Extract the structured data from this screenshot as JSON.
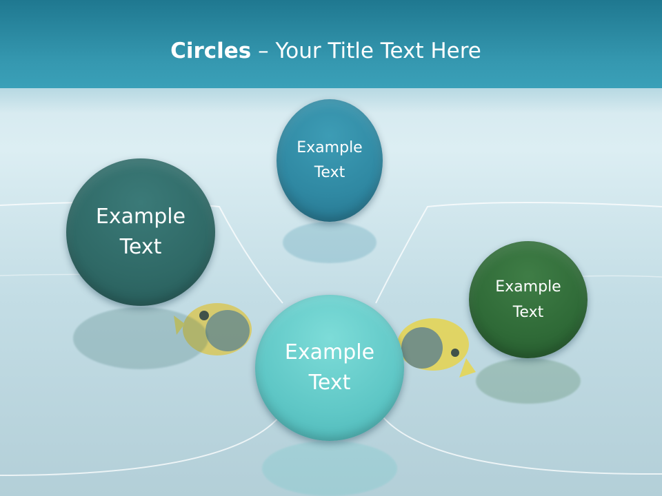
{
  "slide": {
    "title_bold": "Circles",
    "title_rest": " – Your Title Text Here"
  },
  "circles": [
    {
      "label": "Example\nText",
      "color": "#2f6966"
    },
    {
      "label": "Example\nText",
      "color": "#2f88a2"
    },
    {
      "label": "Example\nText",
      "color": "#5fc7c6"
    },
    {
      "label": "Example\nText",
      "color": "#2f6a37"
    }
  ]
}
